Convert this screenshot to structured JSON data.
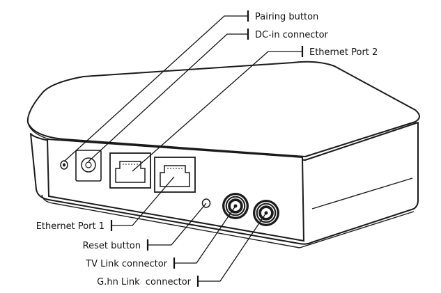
{
  "callouts": {
    "pairing_button": "Pairing button",
    "dc_in_connector": "DC-in connector",
    "ethernet_port_2": "Ethernet Port 2",
    "ethernet_port_1": "Ethernet Port 1",
    "reset_button": "Reset button",
    "tv_link_connector": "TV Link connector",
    "ghn_link_connector": "G.hn Link  connector"
  },
  "colors": {
    "line": "#1a1a1a",
    "panel": "#ffffff",
    "background": "#ffffff"
  }
}
